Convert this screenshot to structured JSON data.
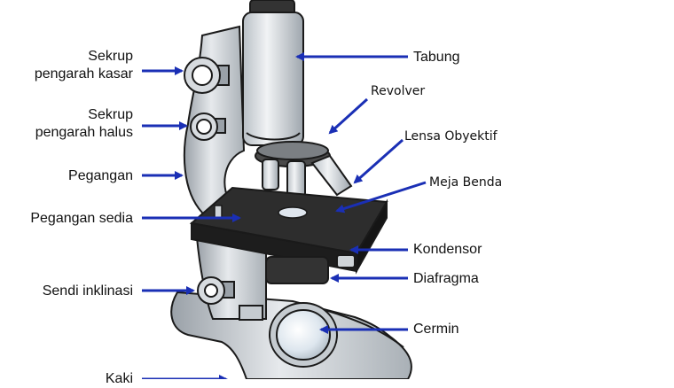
{
  "diagram": {
    "colors": {
      "arrow": "#1a2fb5",
      "metal_light": "#e3e6e9",
      "metal_mid": "#bfc5cb",
      "metal_dark": "#8a9299",
      "outline": "#1a1a1a",
      "stage_top": "#2d2d2d"
    },
    "labels": {
      "sekrup_kasar_line1": "Sekrup",
      "sekrup_kasar_line2": "pengarah kasar",
      "sekrup_halus_line1": "Sekrup",
      "sekrup_halus_line2": "pengarah halus",
      "pegangan": "Pegangan",
      "pegangan_sedia": "Pegangan sedia",
      "sendi_inklinasi": "Sendi inklinasi",
      "kaki": "Kaki",
      "tabung": "Tabung",
      "revolver": "Revolver",
      "lensa_obyektif": "Lensa Obyektif",
      "meja_benda": "Meja Benda",
      "kondensor": "Kondensor",
      "diafragma": "Diafragma",
      "cermin": "Cermin"
    }
  }
}
